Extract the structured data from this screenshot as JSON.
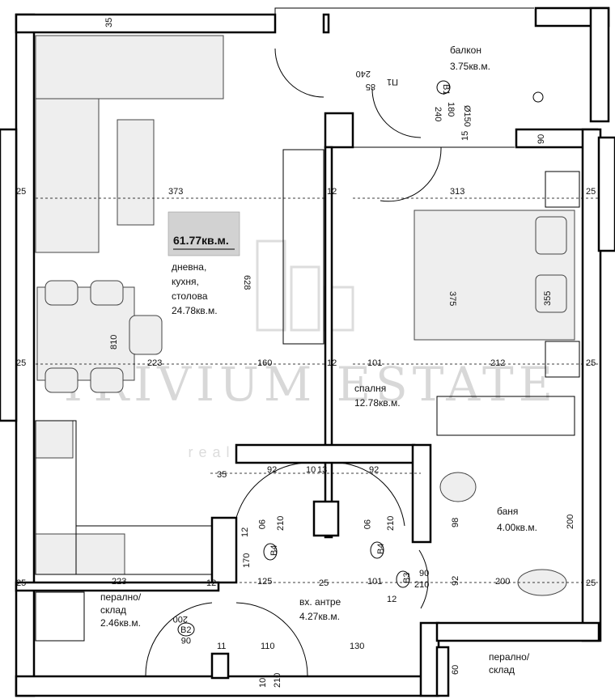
{
  "total": {
    "area": "61.77кв.м."
  },
  "rooms": {
    "living": {
      "name_1": "дневна,",
      "name_2": "кухня,",
      "name_3": "столова",
      "area": "24.78кв.м."
    },
    "balcony": {
      "name": "балкон",
      "area": "3.75кв.м."
    },
    "bedroom": {
      "name": "спалня",
      "area": "12.78кв.м."
    },
    "bathroom": {
      "name": "баня",
      "area": "4.00кв.м."
    },
    "storage_left": {
      "name_1": "перално/",
      "name_2": "склад",
      "area": "2.46кв.м."
    },
    "hall": {
      "name": "вх. антре",
      "area": "4.27кв.м."
    },
    "storage_right": {
      "name_1": "перално/",
      "name_2": "склад"
    }
  },
  "doors": {
    "b1": "B1",
    "b2": "B2",
    "b3": "B3",
    "b4a": "B4",
    "b4b": "B4",
    "p1": "П1"
  },
  "dimensions": {
    "d35_top": "35",
    "d373": "373",
    "d313": "313",
    "d25_a": "25",
    "d25_b": "25",
    "d25_c": "25",
    "d25_d": "25",
    "d25_e": "25",
    "d25_f": "25",
    "d25_g": "25",
    "d12_a": "12",
    "d12_b": "12",
    "d12_c": "12",
    "d12_d": "12",
    "d12_e": "12",
    "d628": "628",
    "d375": "375",
    "d355": "355",
    "d810": "810",
    "d223": "223",
    "d160": "160",
    "d101": "101",
    "d212": "212",
    "d35_mid": "35",
    "d92_a": "92",
    "d10": "10",
    "d13": "13",
    "d92_b": "92",
    "d90_a": "90",
    "d210_a": "210",
    "d90_b": "90",
    "d210_b": "210",
    "d170": "170",
    "d125": "125",
    "d101_b": "101",
    "d200": "200",
    "d90_c": "90",
    "d210_c": "210",
    "d92_c": "92",
    "d98": "98",
    "d200_b": "200",
    "d223_b": "223",
    "d110": "110",
    "d130": "130",
    "d11": "11",
    "d60": "60",
    "d10_b": "10",
    "d210_d": "210",
    "d15": "15",
    "d240": "240",
    "d85": "85",
    "d180": "180",
    "d150": "Ø150",
    "d06": "06",
    "d200_c": "200",
    "d240_b": "240",
    "d90_d": "90"
  },
  "watermark": {
    "main": "TRIVIUM ESTATE",
    "sub": "real estate company"
  }
}
